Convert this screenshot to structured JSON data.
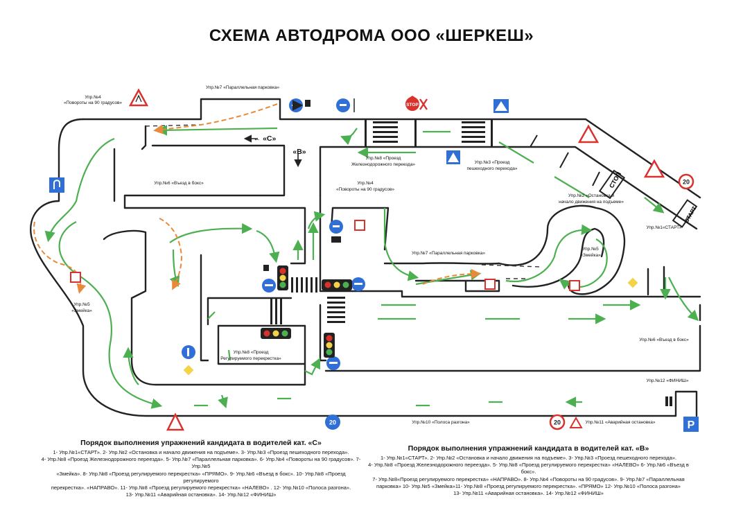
{
  "title": "СХЕМА АВТОДРОМА  ООО «ШЕРКЕШ»",
  "labels": {
    "upr4_left_a": "Упр.№4",
    "upr4_left_b": "«Повороты на 90 градусов»",
    "upr7_top": "Упр.№7 «Параллельная парковка»",
    "dir_c": "← «С»",
    "dir_b": "«В»",
    "upr8_rail_a": "Упр.№8 «Проезд",
    "upr8_rail_b": "Железнодорожного переезда»",
    "upr3_a": "Упр.№3 «Проезд",
    "upr3_b": "пешеходного перехода»",
    "upr6_left": "Упр.№6 «Въезд в бокс»",
    "upr4_mid_a": "Упр.№4",
    "upr4_mid_b": "«Повороты на 90 градусов»",
    "upr2_a": "Упр.№2 «Остановка и",
    "upr2_b": "начало движения на подъеме»",
    "upr1": "Упр.№1«СТАРТ»",
    "upr5_right_a": "Упр.№5",
    "upr5_right_b": "«Змейка»",
    "upr7_mid": "Упр.№7 «Параллельная парковка»",
    "upr5_left_a": "Упр.№5",
    "upr5_left_b": "«Змейка»",
    "upr8_reg_a": "Упр.№8 «Проезд",
    "upr8_reg_b": "Регулируемого перекрестка»",
    "upr6_right": "Упр.№6 «Въезд в бокс»",
    "upr12": "Упр.№12 «ФИНИШ»",
    "upr10": "Упр.№10 «Полоса разгона»",
    "upr11": "Упр.№11 «Аварийная остановка»",
    "sign_stop": "STOP",
    "road_stop": "СТОП",
    "road_start": "СТАРТ",
    "sign_20": "20",
    "sign_p": "P"
  },
  "legend_c": {
    "heading": "Порядок выполнения упражнений кандидата в водителей кат. «С»",
    "lines": [
      "1- Упр.№1«СТАРТ».  2- Упр.№2 «Остановка и начало движения на подъеме».  3- Упр.№3 «Проезд пешеходного перехода».",
      "4- Упр.№8 «Проезд Железнодорожного переезда».  5- Упр.№7 «Параллельная парковка».  6- Упр.№4 «Повороты на 90 градусов».  7- Упр.№5",
      "«Змейка».  8- Упр.№8 «Проезд регулируемого перекрестка» «ПРЯМО».  9- Упр.№6 «Въезд в бокс».  10- Упр.№8 «Проезд регулируемого",
      "перекрестка». «НАПРАВО».  11- Упр.№8 «Проезд регулируемого перекрестка» «НАЛЕВО» .  12- Упр.№10 «Полоса разгона».",
      "13- Упр.№11 «Аварийная остановка».  14- Упр.№12 «ФИНИШ»"
    ]
  },
  "legend_b": {
    "heading": "Порядок выполнения упражнений кандидата в водителей кат. «В»",
    "lines": [
      "1- Упр.№1«СТАРТ».  2- Упр.№2 «Остановка и начало движения на подъеме».  3- Упр.№3 «Проезд пешеходного перехода».",
      "4- Упр.№8 «Проезд Железнодорожного переезда».  5- Упр.№8 «Проезд регулируемого перекрестка» «НАЛЕВО»  6- Упр.№6 «Въезд в бокс».",
      "7- Упр.№8«Проезд регулируемого перекрестка» «НАПРАВО».  8- Упр.№4 «Повороты на 90 градусов».  9- Упр.№7 «Параллельная",
      "парковка»  10- Упр.№5 «Змейка»11- Упр.№8 «Проезд регулируемого перекрестка». «ПРЯМО»  12- Упр.№10 «Полоса разгона»",
      "13- Упр.№11 «Аварийная остановка».  14- Упр.№12 «ФИНИШ»"
    ]
  },
  "colors": {
    "road_edge": "#222222",
    "route_c": "#4caf50",
    "route_b": "#e88a3a",
    "sign_blue": "#2f6fd6",
    "sign_red": "#d9322c",
    "sign_yellow": "#f2d34a"
  },
  "icons": [
    "turn-warning-sign-icon",
    "parking-direction-sign-icon",
    "one-way-sign-icon",
    "stop-sign-icon",
    "crossing-x-icon",
    "pedestrian-crossing-sign-icon",
    "steep-slope-sign-icon",
    "speed-limit-sign-icon",
    "traffic-light-icon",
    "give-way-sign-icon",
    "u-turn-sign-icon",
    "parking-sign-icon",
    "emergency-triangle-icon"
  ]
}
